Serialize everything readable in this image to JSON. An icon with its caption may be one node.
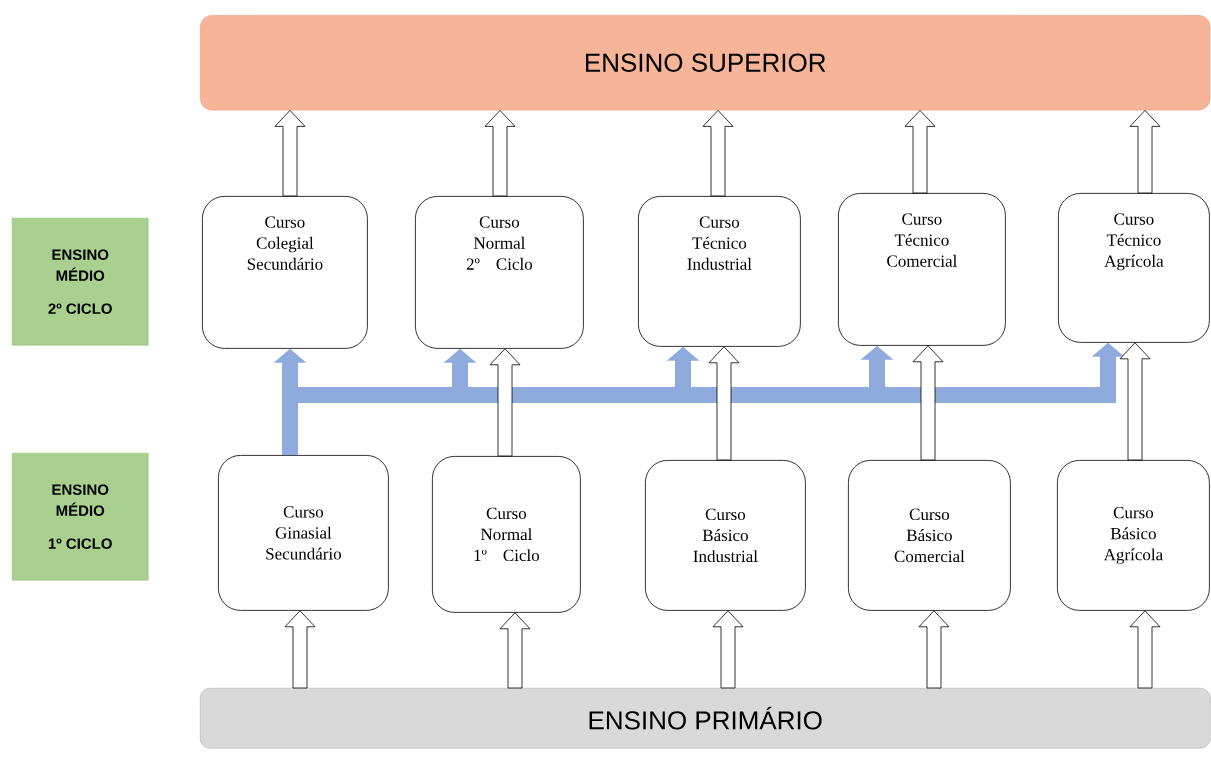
{
  "diagram": {
    "nodes": [
      {
        "text": [
          "ENSINO SUPERIOR"
        ]
      },
      {
        "text": [
          "ENSINO MÉDIO",
          "2º CICLO"
        ]
      },
      {
        "text": [
          "Curso Colegial Secundário"
        ]
      },
      {
        "text": [
          "Curso Normal 2º Ciclo"
        ]
      },
      {
        "text": [
          "Curso Técnico Industrial"
        ]
      },
      {
        "text": [
          "Curso Técnico Comercial"
        ]
      },
      {
        "text": [
          "Curso Técnico Agrícola"
        ]
      },
      {
        "text": [
          "ENSINO MÉDIO",
          "1º CICLO"
        ]
      },
      {
        "text": [
          "Curso Ginasial Secundário"
        ]
      },
      {
        "text": [
          "Curso Normal 1º Ciclo"
        ]
      },
      {
        "text": [
          "Curso Básico Industrial"
        ]
      },
      {
        "text": [
          "Curso Básico Comercial"
        ]
      },
      {
        "text": [
          "Curso Básico Agrícola"
        ]
      },
      {
        "text": [
          "ENSINO PRIMÁRIO"
        ]
      }
    ],
    "edges": [
      {
        "from": 13,
        "to": 8,
        "arrow": "to"
      },
      {
        "from": 13,
        "to": 9,
        "arrow": "to"
      },
      {
        "from": 13,
        "to": 10,
        "arrow": "to"
      },
      {
        "from": 13,
        "to": 11,
        "arrow": "to"
      },
      {
        "from": 13,
        "to": 12,
        "arrow": "to"
      },
      {
        "from": 9,
        "to": 3,
        "arrow": "to"
      },
      {
        "from": 10,
        "to": 4,
        "arrow": "to"
      },
      {
        "from": 11,
        "to": 5,
        "arrow": "to"
      },
      {
        "from": 12,
        "to": 6,
        "arrow": "to"
      },
      {
        "from": 8,
        "to": 2,
        "arrow": "to",
        "color": "#8faadc"
      },
      {
        "from": 8,
        "to": 3,
        "arrow": "to",
        "color": "#8faadc"
      },
      {
        "from": 8,
        "to": 4,
        "arrow": "to",
        "color": "#8faadc"
      },
      {
        "from": 8,
        "to": 5,
        "arrow": "to",
        "color": "#8faadc"
      },
      {
        "from": 8,
        "to": 6,
        "arrow": "to",
        "color": "#8faadc"
      },
      {
        "from": 2,
        "to": 0,
        "arrow": "to"
      },
      {
        "from": 3,
        "to": 0,
        "arrow": "to"
      },
      {
        "from": 4,
        "to": 0,
        "arrow": "to"
      },
      {
        "from": 5,
        "to": 0,
        "arrow": "to"
      },
      {
        "from": 6,
        "to": 0,
        "arrow": "to"
      }
    ]
  }
}
